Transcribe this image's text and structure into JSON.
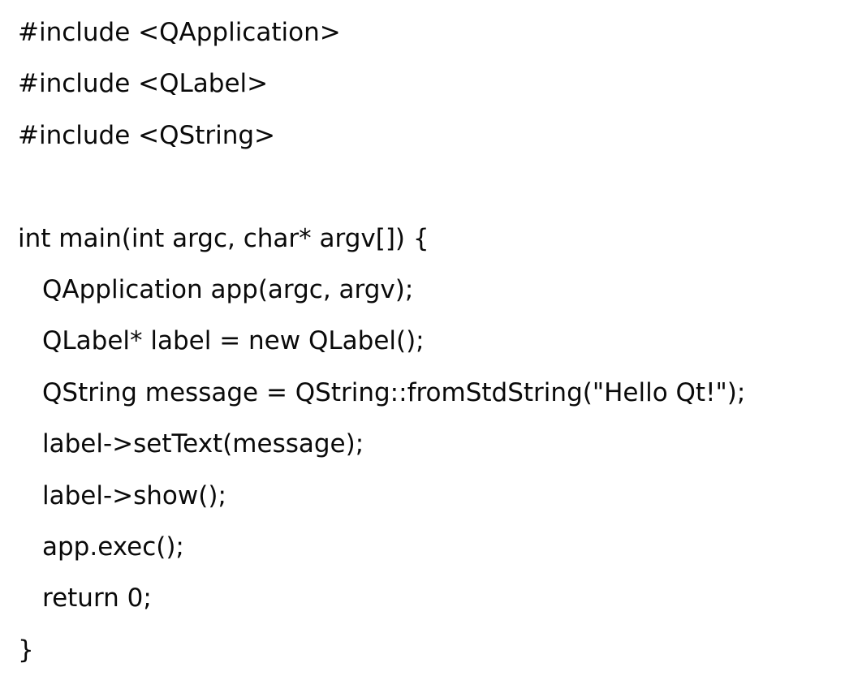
{
  "code": {
    "lines": [
      {
        "text": "#include <QApplication>",
        "indent": false
      },
      {
        "text": "#include <QLabel>",
        "indent": false
      },
      {
        "text": "#include <QString>",
        "indent": false
      },
      {
        "text": "",
        "indent": false
      },
      {
        "text": "int main(int argc, char* argv[]) {",
        "indent": false
      },
      {
        "text": "QApplication app(argc, argv);",
        "indent": true
      },
      {
        "text": "QLabel* label = new QLabel();",
        "indent": true
      },
      {
        "text": "QString message = QString::fromStdString(\"Hello Qt!\");",
        "indent": true
      },
      {
        "text": "label->setText(message);",
        "indent": true
      },
      {
        "text": "label->show();",
        "indent": true
      },
      {
        "text": "app.exec();",
        "indent": true
      },
      {
        "text": "return 0;",
        "indent": true
      },
      {
        "text": "}",
        "indent": false
      }
    ]
  }
}
